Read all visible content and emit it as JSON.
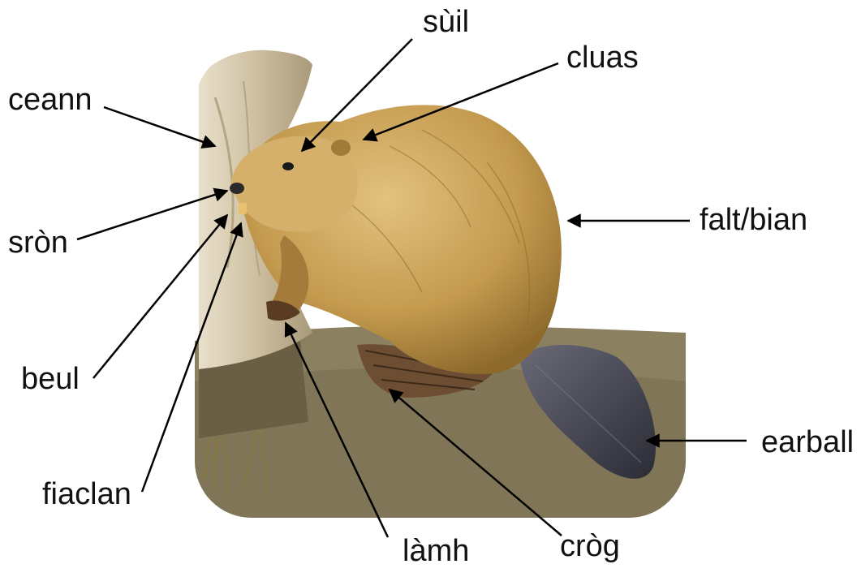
{
  "labels": {
    "head": "ceann",
    "eye": "sùil",
    "ear": "cluas",
    "nose": "sròn",
    "fur": "falt/bian",
    "mouth": "beul",
    "teeth": "fiaclan",
    "hand": "làmh",
    "claw": "cròg",
    "tail": "earball"
  },
  "colors": {
    "fur": "#c49a4e",
    "fur_light": "#e2c27f",
    "tail": "#4a4a55",
    "ground": "#8b8060",
    "tree": "#d8cbb2",
    "line": "#000000"
  }
}
